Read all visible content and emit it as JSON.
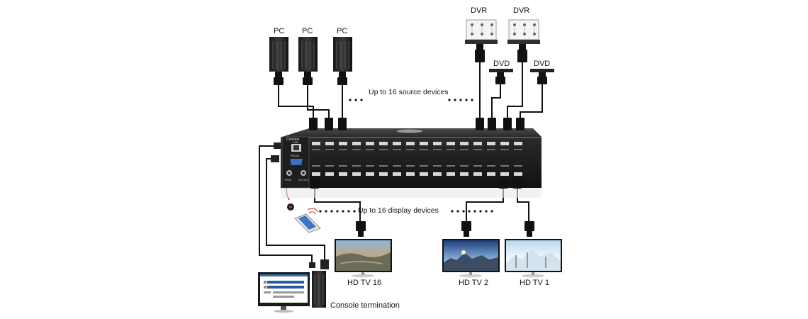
{
  "sources": {
    "pc_label": "PC",
    "dvr_label": "DVR",
    "dvd_label": "DVD",
    "caption": "Up to 16 source devices"
  },
  "displays": {
    "caption": "Up to 16 display devices",
    "tvs": [
      "HD TV 16",
      "HD TV 2",
      "HD TV 1"
    ]
  },
  "device": {
    "console_label": "Console",
    "lan_label": "LAN",
    "rs232_label": "RS232",
    "ir_label": "IR IN",
    "dc_label": "DC 12V"
  },
  "console": {
    "label": "Console termination"
  }
}
